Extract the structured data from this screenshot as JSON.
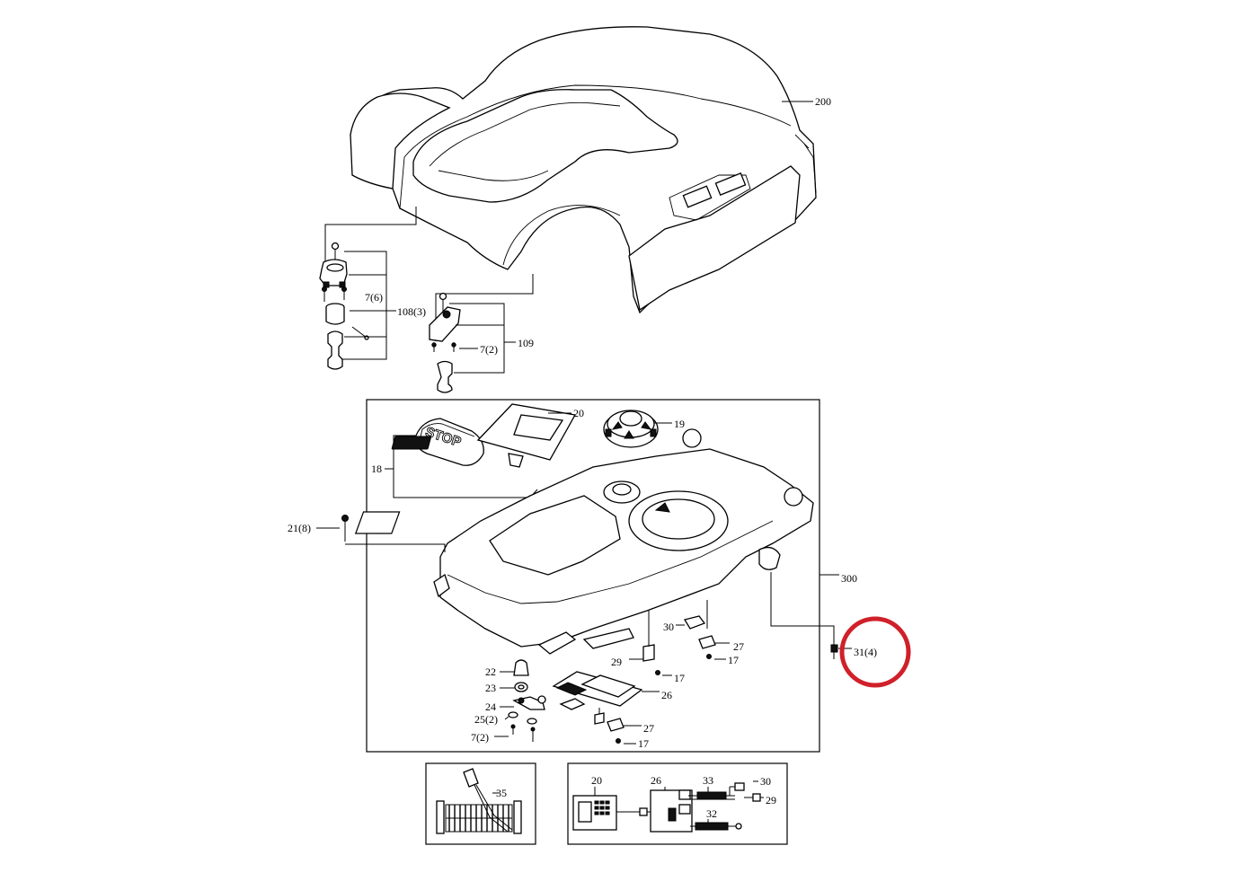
{
  "callouts": {
    "c200": "200",
    "c108": "108(3)",
    "c7_6": "7(6)",
    "c109": "109",
    "c7_2a": "7(2)",
    "c20": "20",
    "c19": "19",
    "c18": "18",
    "c21": "21(8)",
    "c300": "300",
    "c31": "31(4)",
    "c30": "30",
    "c27a": "27",
    "c17a": "17",
    "c29": "29",
    "c17b": "17",
    "c22": "22",
    "c23": "23",
    "c24": "24",
    "c25": "25(2)",
    "c7_2b": "7(2)",
    "c26": "26",
    "c27b": "27",
    "c17c": "17"
  },
  "keypad_text": "STOP",
  "inset_left": {
    "c35": "35"
  },
  "inset_right": {
    "c20": "20",
    "c26": "26",
    "c33": "33",
    "c30": "30",
    "c29": "29",
    "c32": "32"
  },
  "highlight": {
    "target": "31(4)",
    "color": "#d0202a"
  }
}
